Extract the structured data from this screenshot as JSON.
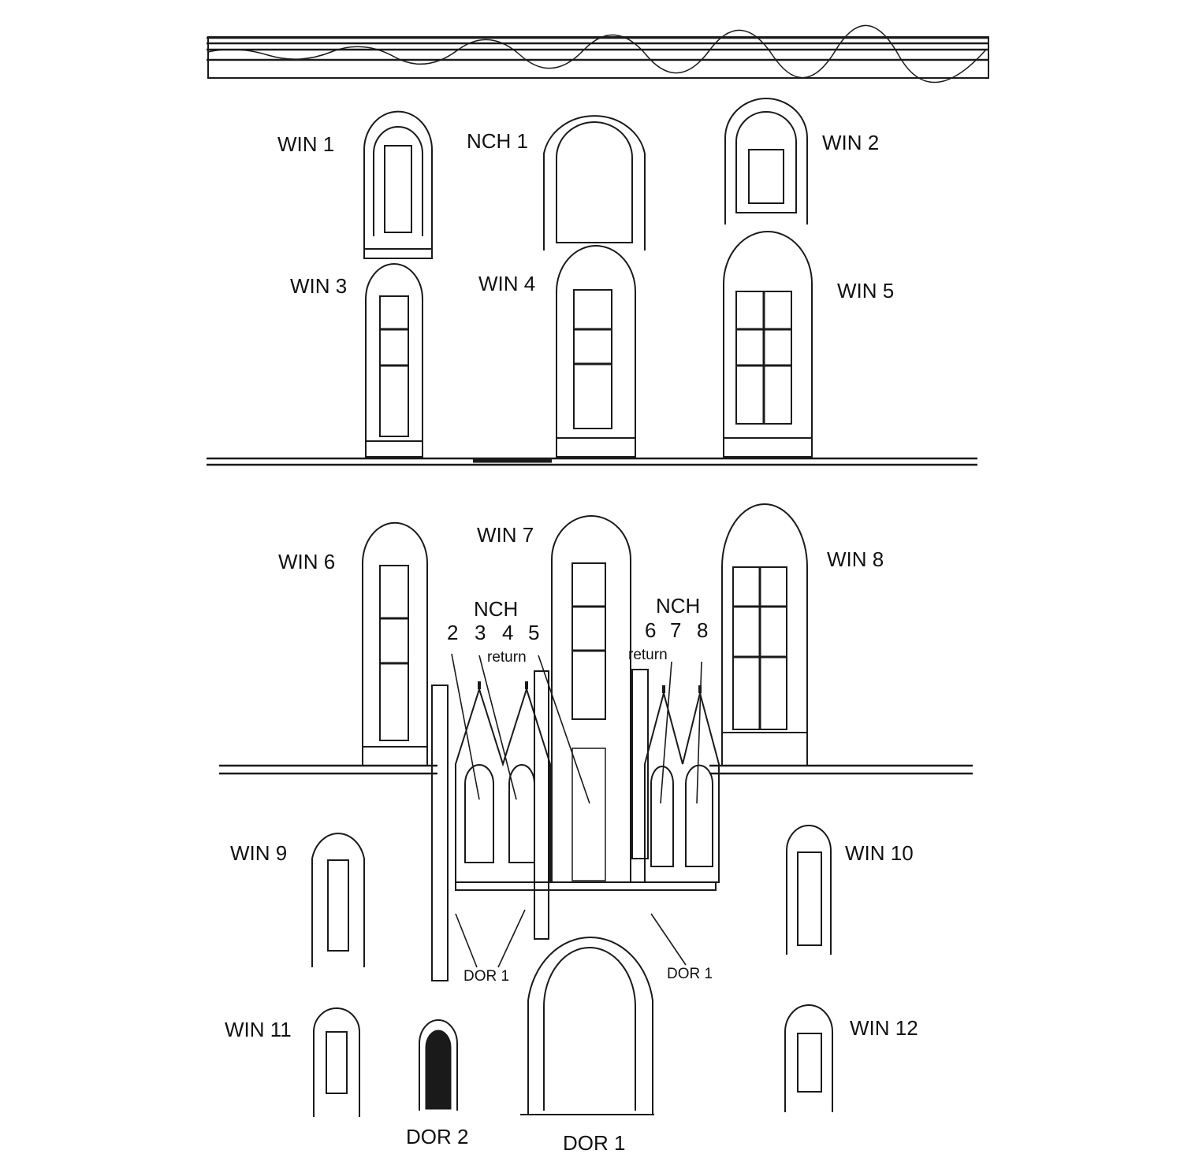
{
  "colors": {
    "ink": "#1a1a1a",
    "paper": "#ffffff"
  },
  "labels": {
    "win1": "WIN 1",
    "nch1": "NCH 1",
    "win2": "WIN 2",
    "win3": "WIN 3",
    "win4": "WIN 4",
    "win5": "WIN 5",
    "win6": "WIN 6",
    "win7": "WIN 7",
    "win8": "WIN 8",
    "nch_left_title": "NCH",
    "nch_left_numbers": [
      "2",
      "3",
      "4",
      "5"
    ],
    "nch_right_title": "NCH",
    "nch_right_numbers": [
      "6",
      "7",
      "8"
    ],
    "return_left": "return",
    "return_right": "return",
    "win9": "WIN 9",
    "win10": "WIN 10",
    "win11": "WIN 11",
    "win12": "WIN 12",
    "dor1_arrow_left": "DOR 1",
    "dor1_arrow_right": "DOR 1",
    "dor2": "DOR 2",
    "dor1": "DOR 1"
  }
}
